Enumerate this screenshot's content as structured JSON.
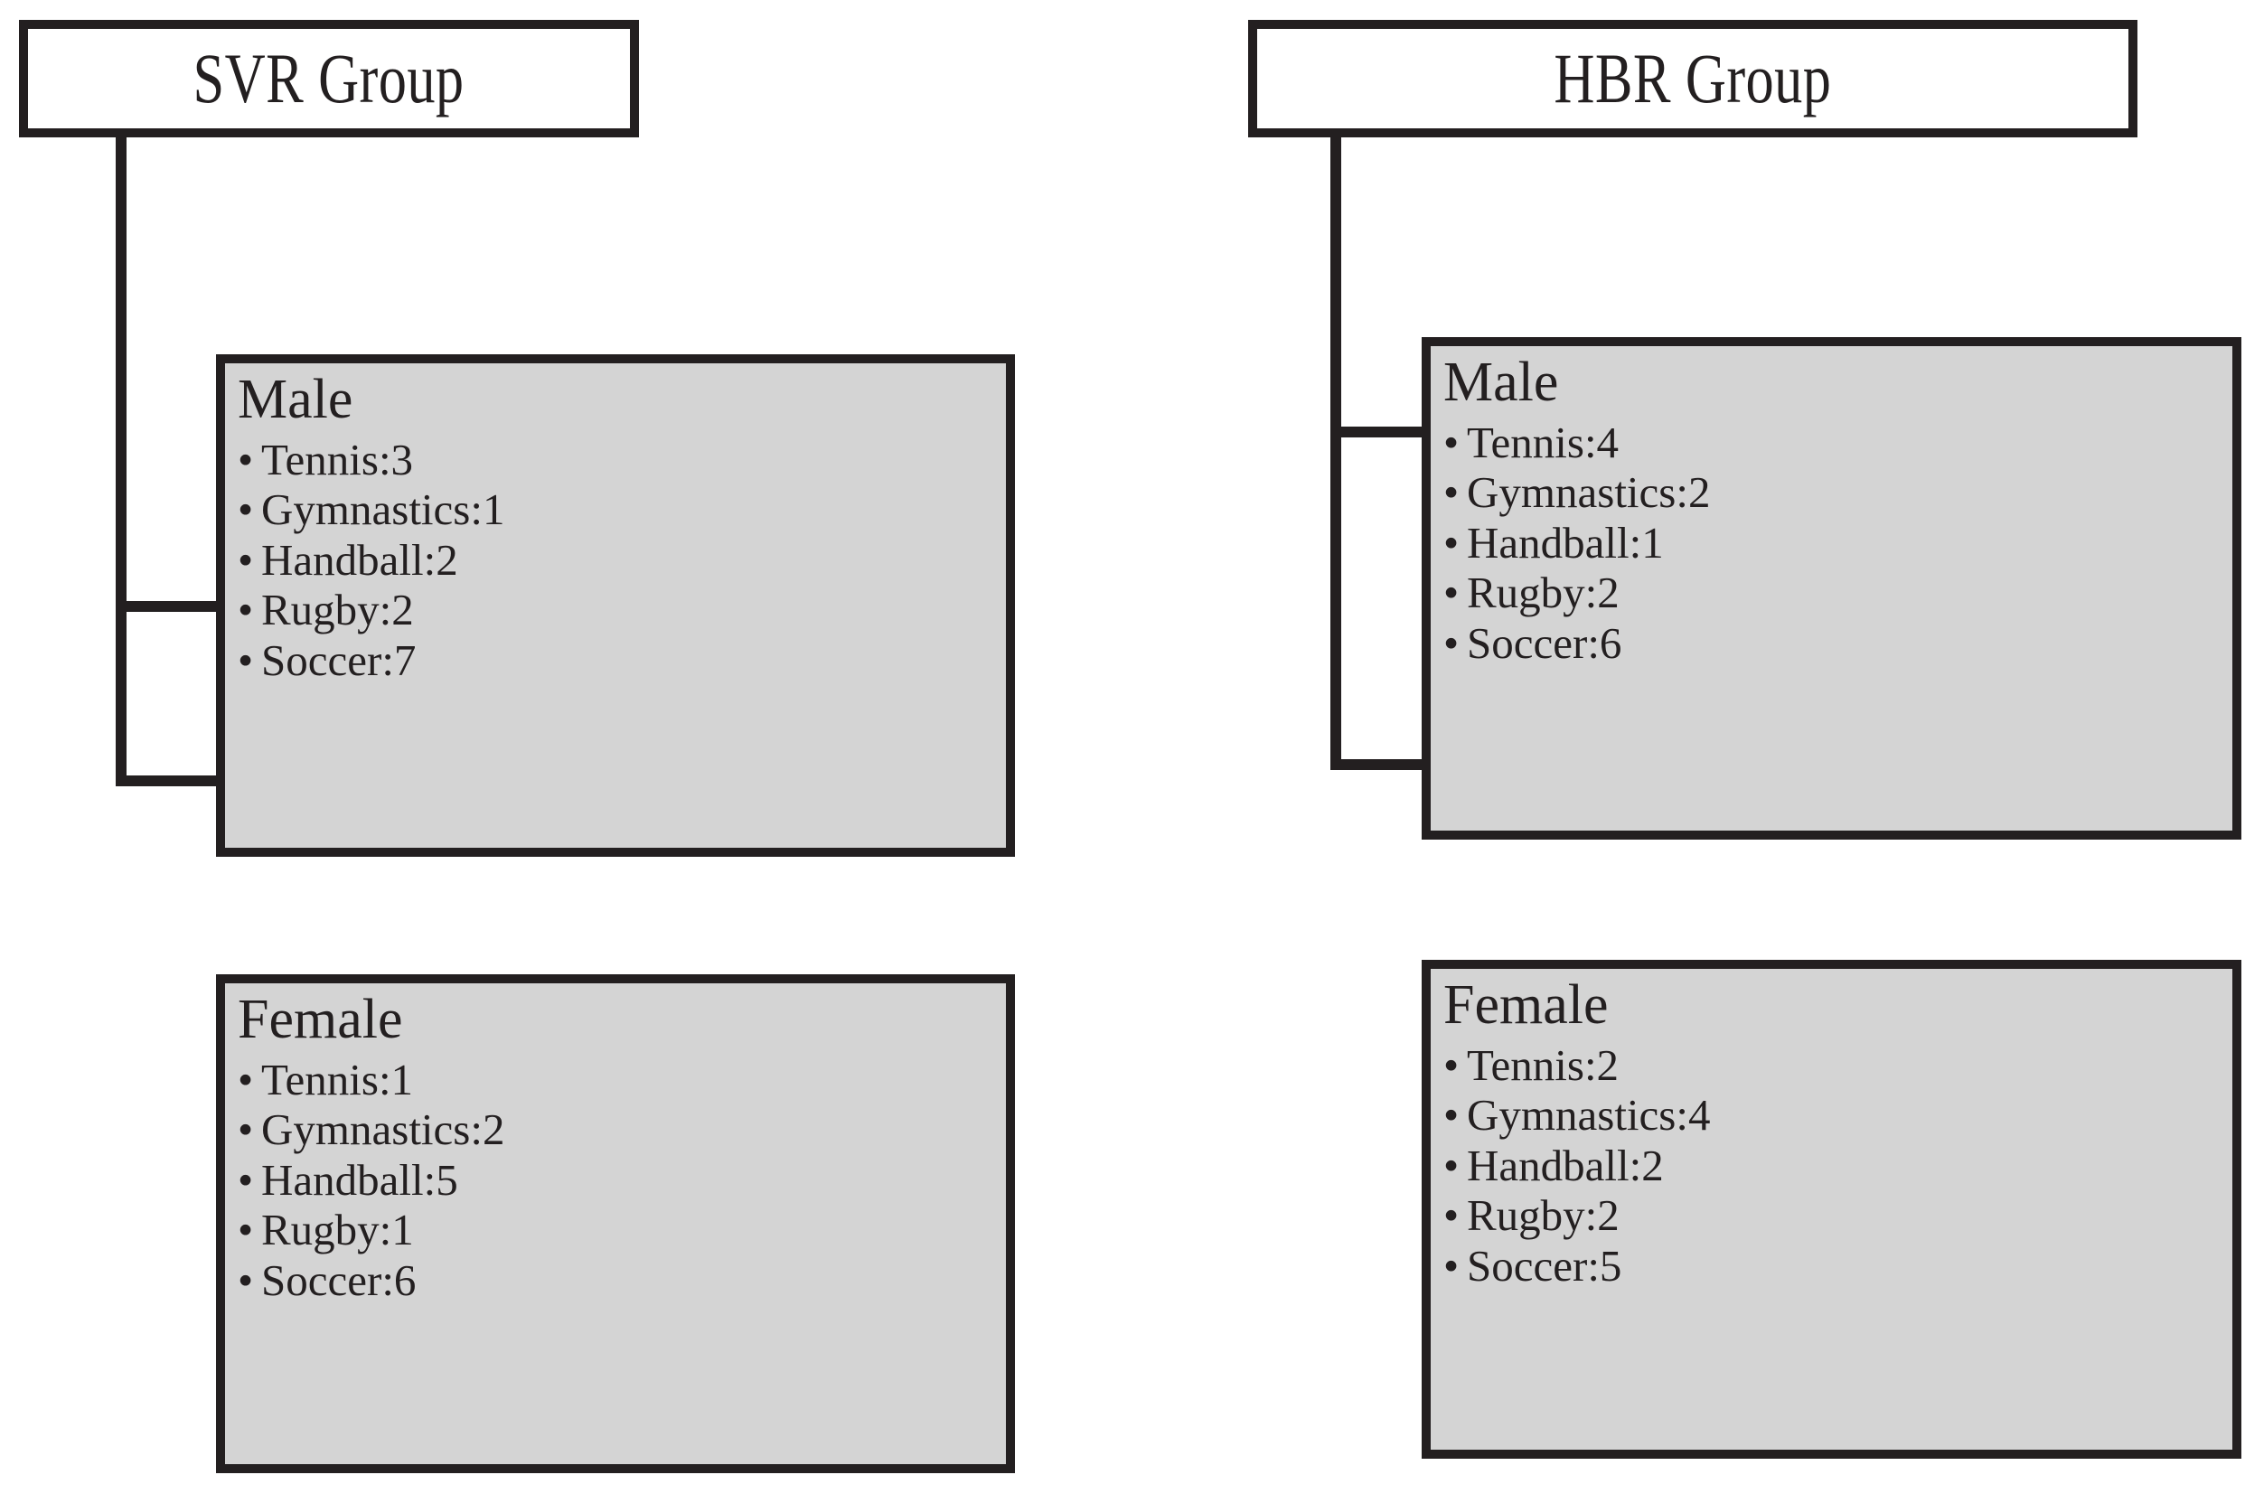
{
  "diagram": {
    "bullet_glyph": "•",
    "colors": {
      "line": "#231f20",
      "box_fill": "#d4d4d4",
      "header_fill": "#ffffff",
      "text": "#231f20"
    },
    "groups": [
      {
        "id": "svr",
        "title": "SVR Group",
        "subgroups": [
          {
            "id": "svr-male",
            "title": "Male",
            "sports": [
              {
                "label": "Tennis",
                "value": 3,
                "text": "Tennis:3"
              },
              {
                "label": "Gymnastics",
                "value": 1,
                "text": "Gymnastics:1"
              },
              {
                "label": "Handball",
                "value": 2,
                "text": "Handball:2"
              },
              {
                "label": "Rugby",
                "value": 2,
                "text": "Rugby:2"
              },
              {
                "label": "Soccer",
                "value": 7,
                "text": "Soccer:7"
              }
            ]
          },
          {
            "id": "svr-female",
            "title": "Female",
            "sports": [
              {
                "label": "Tennis",
                "value": 1,
                "text": "Tennis:1"
              },
              {
                "label": "Gymnastics",
                "value": 2,
                "text": "Gymnastics:2"
              },
              {
                "label": "Handball",
                "value": 5,
                "text": "Handball:5"
              },
              {
                "label": "Rugby",
                "value": 1,
                "text": "Rugby:1"
              },
              {
                "label": "Soccer",
                "value": 6,
                "text": "Soccer:6"
              }
            ]
          }
        ]
      },
      {
        "id": "hbr",
        "title": "HBR Group",
        "subgroups": [
          {
            "id": "hbr-male",
            "title": "Male",
            "sports": [
              {
                "label": "Tennis",
                "value": 4,
                "text": "Tennis:4"
              },
              {
                "label": "Gymnastics",
                "value": 2,
                "text": "Gymnastics:2"
              },
              {
                "label": "Handball",
                "value": 1,
                "text": "Handball:1"
              },
              {
                "label": "Rugby",
                "value": 2,
                "text": "Rugby:2"
              },
              {
                "label": "Soccer",
                "value": 6,
                "text": "Soccer:6"
              }
            ]
          },
          {
            "id": "hbr-female",
            "title": "Female",
            "sports": [
              {
                "label": "Tennis",
                "value": 2,
                "text": "Tennis:2"
              },
              {
                "label": "Gymnastics",
                "value": 4,
                "text": "Gymnastics:4"
              },
              {
                "label": "Handball",
                "value": 2,
                "text": "Handball:2"
              },
              {
                "label": "Rugby",
                "value": 2,
                "text": "Rugby:2"
              },
              {
                "label": "Soccer",
                "value": 5,
                "text": "Soccer:5"
              }
            ]
          }
        ]
      }
    ]
  }
}
